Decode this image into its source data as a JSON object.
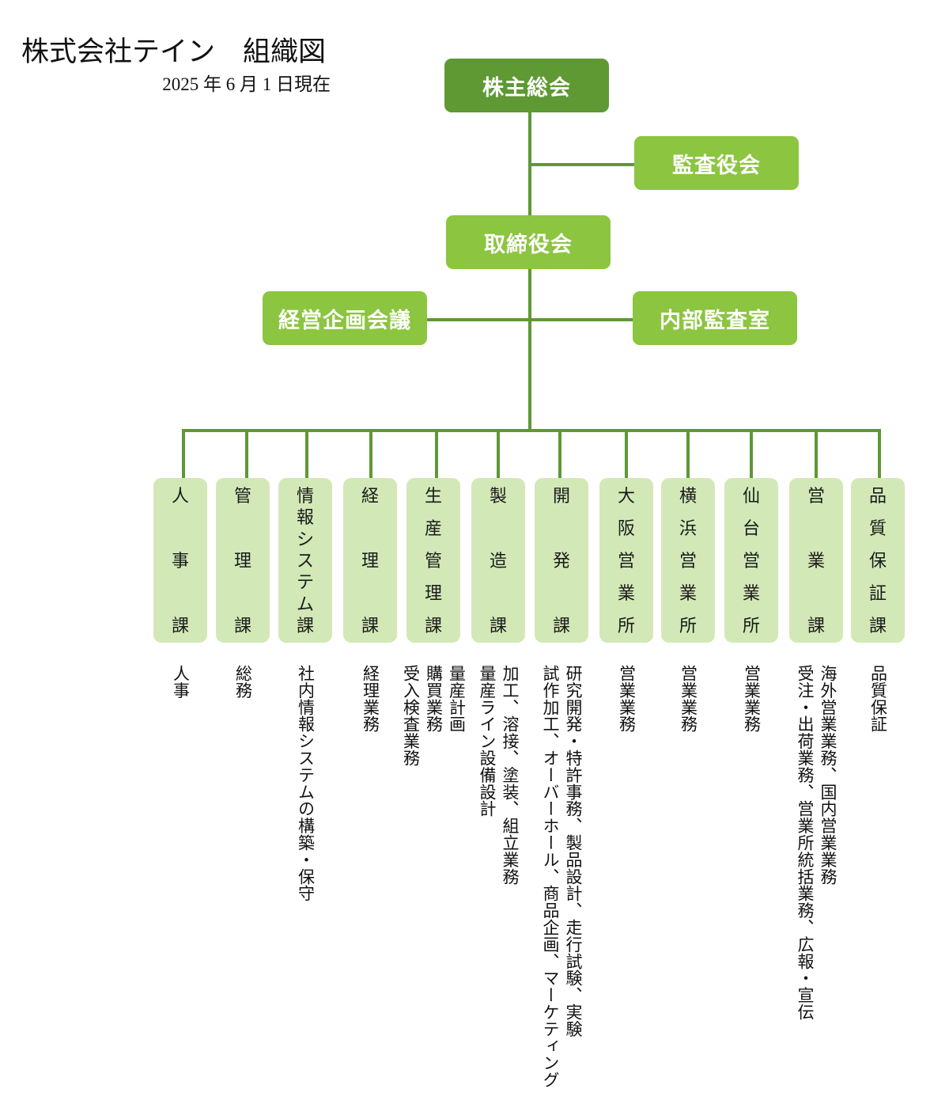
{
  "header": {
    "title": "株式会社テイン　組織図",
    "as_of_date": "2025 年 6 月 1 日現在"
  },
  "colors": {
    "primary": "#5e9934",
    "secondary": "#8cc540",
    "department_fill": "#d3e8b7",
    "connector": "#5e9934"
  },
  "governance": {
    "shareholders_meeting": "株主総会",
    "audit_board": "監査役会",
    "board_of_directors": "取締役会",
    "management_planning_meeting": "経営企画会議",
    "internal_audit_office": "内部監査室"
  },
  "departments": [
    {
      "name": "人事課",
      "duties": [
        "人事"
      ]
    },
    {
      "name": "管理課",
      "duties": [
        "総務"
      ]
    },
    {
      "name": "情報システム課",
      "duties": [
        "社内情報システムの構築・保守"
      ]
    },
    {
      "name": "経理課",
      "duties": [
        "経理業務"
      ]
    },
    {
      "name": "生産管理課",
      "duties": [
        "量産計画",
        "購買業務",
        "受入検査業務"
      ]
    },
    {
      "name": "製造課",
      "duties": [
        "加工、溶接、塗装、組立業務",
        "量産ライン設備設計"
      ]
    },
    {
      "name": "開発課",
      "duties": [
        "研究開発・特許事務、製品設計、走行試験、実験",
        "試作加工、オーバーホール、商品企画、マーケティング"
      ]
    },
    {
      "name": "大阪営業所",
      "duties": [
        "営業業務"
      ]
    },
    {
      "name": "横浜営業所",
      "duties": [
        "営業業務"
      ]
    },
    {
      "name": "仙台営業所",
      "duties": [
        "営業業務"
      ]
    },
    {
      "name": "営業課",
      "duties": [
        "海外営業業務、国内営業業務",
        "受注・出荷業務、営業所統括業務、広報・宣伝"
      ]
    },
    {
      "name": "品質保証課",
      "duties": [
        "品質保証"
      ]
    }
  ]
}
